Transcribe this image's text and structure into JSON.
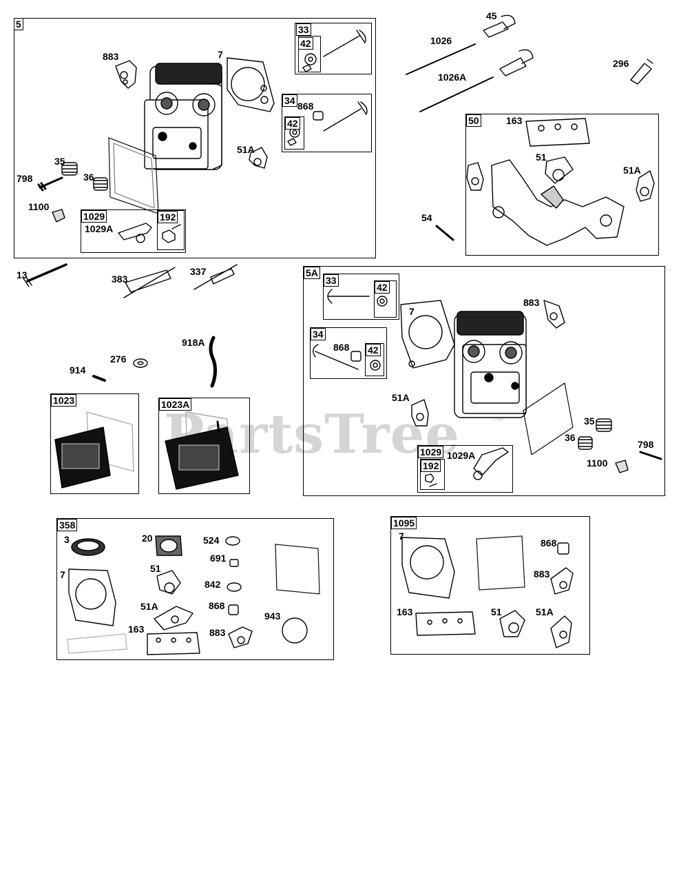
{
  "watermark": {
    "text": "PartsTree",
    "tm": "TM"
  },
  "boxes": {
    "b5": "5",
    "b33_top": "33",
    "b42_a": "42",
    "b34_top": "34",
    "b42_b": "42",
    "b1029_top": "1029",
    "b192_top": "192",
    "b50": "50",
    "b5A": "5A",
    "b33_5a": "33",
    "b42_c": "42",
    "b34_5a": "34",
    "b42_d": "42",
    "b1029_5a": "1029",
    "b192_5a": "192",
    "b1023": "1023",
    "b1023A": "1023A",
    "b358": "358",
    "b1095": "1095"
  },
  "labels": {
    "l883_a": "883",
    "l7_a": "7",
    "l868_a": "868",
    "l51A_a": "51A",
    "l35_a": "35",
    "l798_a": "798",
    "l36_a": "36",
    "l1100_a": "1100",
    "l1029A_a": "1029A",
    "l45": "45",
    "l1026": "1026",
    "l1026A": "1026A",
    "l296": "296",
    "l163_a": "163",
    "l51_a": "51",
    "l51A_b": "51A",
    "l54": "54",
    "l13": "13",
    "l383": "383",
    "l337": "337",
    "l918A": "918A",
    "l276": "276",
    "l914": "914",
    "l7_b": "7",
    "l883_b": "883",
    "l868_b": "868",
    "l51A_c": "51A",
    "l35_b": "35",
    "l36_b": "36",
    "l798_b": "798",
    "l1100_b": "1100",
    "l1029A_b": "1029A",
    "l3": "3",
    "l20": "20",
    "l524": "524",
    "l691": "691",
    "l7_c": "7",
    "l51_b": "51",
    "l842": "842",
    "l51A_d": "51A",
    "l868_c": "868",
    "l943": "943",
    "l163_b": "163",
    "l883_c": "883",
    "l7_d": "7",
    "l868_d": "868",
    "l883_d": "883",
    "l163_c": "163",
    "l51_c": "51",
    "l51A_e": "51A"
  }
}
